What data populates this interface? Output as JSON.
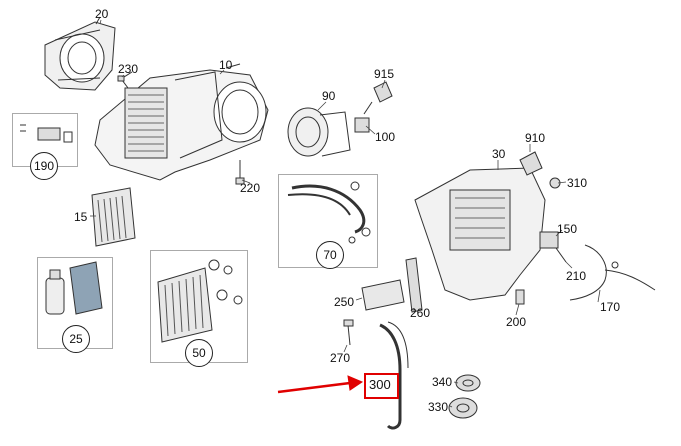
{
  "diagram": {
    "highlight": {
      "label": "300",
      "color": "#e00000"
    },
    "callouts": [
      {
        "id": "20",
        "text": "20"
      },
      {
        "id": "230",
        "text": "230"
      },
      {
        "id": "10",
        "text": "10"
      },
      {
        "id": "915",
        "text": "915"
      },
      {
        "id": "90",
        "text": "90"
      },
      {
        "id": "100",
        "text": "100"
      },
      {
        "id": "910",
        "text": "910"
      },
      {
        "id": "30",
        "text": "30"
      },
      {
        "id": "310",
        "text": "310"
      },
      {
        "id": "220",
        "text": "220"
      },
      {
        "id": "15",
        "text": "15"
      },
      {
        "id": "150",
        "text": "150"
      },
      {
        "id": "210",
        "text": "210"
      },
      {
        "id": "170",
        "text": "170"
      },
      {
        "id": "250",
        "text": "250"
      },
      {
        "id": "260",
        "text": "260"
      },
      {
        "id": "200",
        "text": "200"
      },
      {
        "id": "270",
        "text": "270"
      },
      {
        "id": "340",
        "text": "340"
      },
      {
        "id": "330",
        "text": "330"
      }
    ],
    "groups": [
      {
        "id": "190",
        "text": "190"
      },
      {
        "id": "70",
        "text": "70"
      },
      {
        "id": "25",
        "text": "25"
      },
      {
        "id": "50",
        "text": "50"
      }
    ]
  }
}
